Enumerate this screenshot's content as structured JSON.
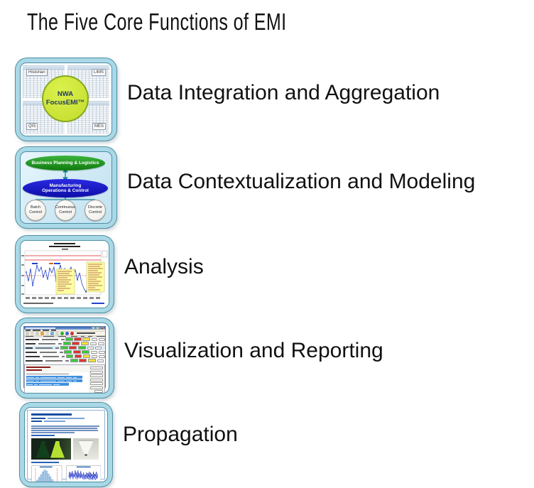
{
  "title": "The Five Core Functions of EMI",
  "functions": [
    {
      "label": "Data Integration and Aggregation"
    },
    {
      "label": "Data Contextualization and Modeling"
    },
    {
      "label": "Analysis"
    },
    {
      "label": "Visualization and Reporting"
    },
    {
      "label": "Propagation"
    }
  ],
  "integration": {
    "center": "NWA\nFocusEMI™",
    "sources": [
      "Historian",
      "LIMS",
      "QIS",
      "MES"
    ]
  },
  "context": {
    "top": "Business Planning & Logistics",
    "middle": "Manufacturing\nOperations & Control",
    "circles": [
      "Batch\nControl",
      "Continuous\nControl",
      "Discrete\nControl"
    ]
  },
  "colors": {
    "frame_fill": "#a9d8e7",
    "frame_outline": "#4e8fa3",
    "focus_circle": "#c9e232",
    "planning_green": "#169a16",
    "operations_blue": "#1717cf",
    "status_green": "#35cc35",
    "status_red": "#e23131",
    "status_yellow": "#f2e23a",
    "chart_series_blue": "#2244cc",
    "chart_limit_red": "#dd2222",
    "annotation_yellow": "#ffffa0"
  }
}
